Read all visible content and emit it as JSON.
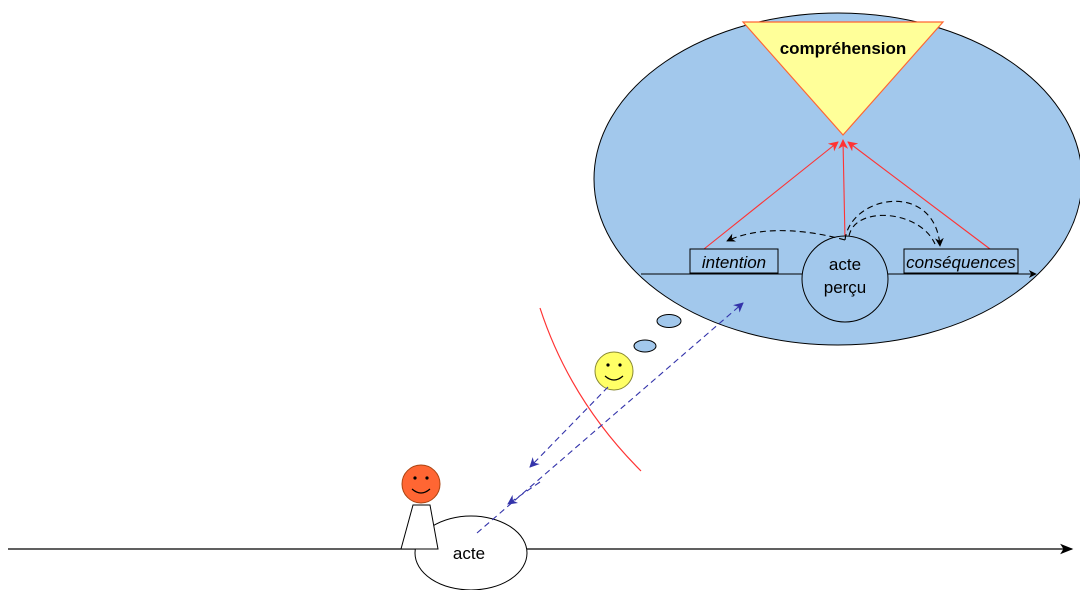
{
  "labels": {
    "comprehension": "compréhension",
    "intention": "intention",
    "acte_percu_line1": "acte",
    "acte_percu_line2": "perçu",
    "consequences": "conséquences",
    "acte": "acte"
  },
  "colors": {
    "thought_fill": "#a2c8ec",
    "triangle_fill": "#ffff99",
    "triangle_stroke": "#ff6633",
    "red_arrow": "#ff3333",
    "blue_dash": "#3333aa",
    "actor_face": "#ff6633",
    "observer_face": "#ffff66",
    "line": "#000000"
  }
}
